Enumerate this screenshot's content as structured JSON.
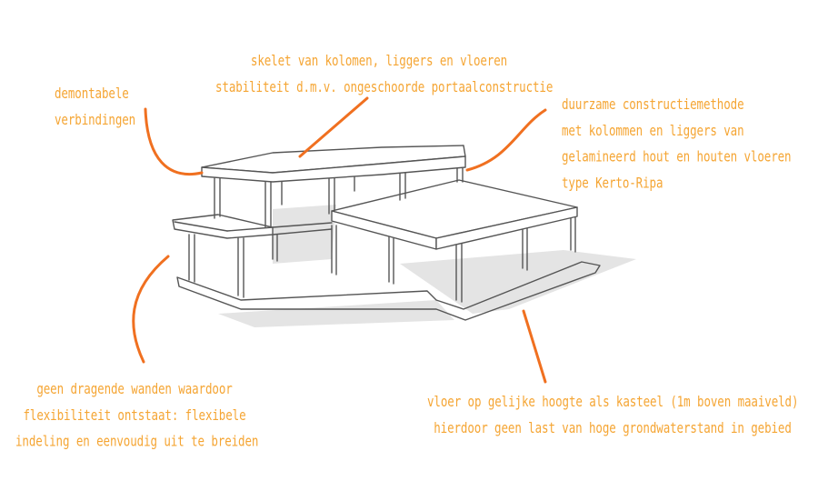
{
  "colors": {
    "text": "#f5a533",
    "leader": "#f07020",
    "sketch": "#555555"
  },
  "annotations": {
    "structure": [
      "skelet van kolomen, liggers en vloeren",
      "stabiliteit d.m.v. ongeschoorde portaalconstructie"
    ],
    "connections": [
      "demontabele",
      "verbindingen"
    ],
    "method": [
      "duurzame constructiemethode",
      "met kolommen en liggers van",
      "gelamineerd hout en houten vloeren",
      "type Kerto-Ripa"
    ],
    "walls": [
      "geen dragende wanden waardoor",
      "flexibiliteit ontstaat: flexibele",
      "indeling en eenvoudig uit te breiden"
    ],
    "floor": [
      "vloer op gelijke hoogte als kasteel (1m boven maaiveld)",
      "hierdoor geen last van hoge grondwaterstand in gebied"
    ]
  }
}
